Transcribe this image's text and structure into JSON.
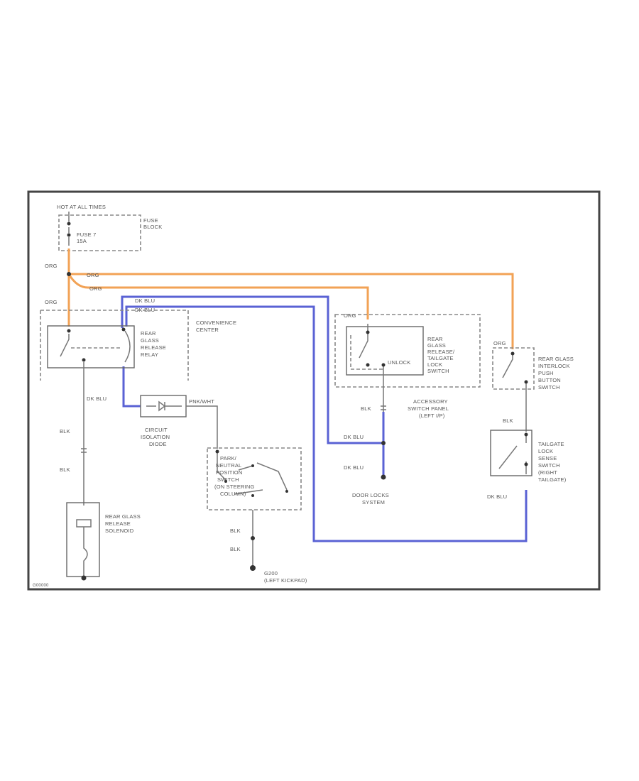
{
  "diagram": {
    "colors": {
      "orange_wire": "#f2a255",
      "blue_wire": "#5a62d4",
      "frame": "#444444"
    },
    "labels": {
      "hot_at_all_times": "HOT AT ALL TIMES",
      "fuse_block": [
        "FUSE",
        "BLOCK"
      ],
      "fuse": [
        "FUSE 7",
        "15A"
      ],
      "org_1": "ORG",
      "org_2": "ORG",
      "org_3": "ORG",
      "org_4": "ORG",
      "org_5": "ORG",
      "org_6": "ORG",
      "dk_blu_1": "DK BLU",
      "dk_blu_2": "DK BLU",
      "relay": [
        "REAR",
        "GLASS",
        "RELEASE",
        "RELAY"
      ],
      "convenience_center": [
        "CONVENIENCE",
        "CENTER"
      ],
      "dk_blu_3": "DK BLU",
      "blk_1": "BLK",
      "blk_2": "BLK",
      "diode": [
        "CIRCUIT",
        "ISOLATION",
        "DIODE"
      ],
      "pnk_wht": "PNK/WHT",
      "park_switch": [
        "PARK/",
        "NEUTRAL",
        "POSITION",
        "SWITCH",
        "(ON STEERING",
        "COLUMN)"
      ],
      "solenoid": [
        "REAR GLASS",
        "RELEASE",
        "SOLENOID"
      ],
      "blk_3": "BLK",
      "blk_4": "BLK",
      "ground": [
        "G200",
        "(LEFT KICKPAD)"
      ],
      "unlock": "UNLOCK",
      "lock_switch": [
        "REAR",
        "GLASS",
        "RELEASE/",
        "TAILGATE",
        "LOCK",
        "SWITCH"
      ],
      "accessory_panel": [
        "ACCESSORY",
        "SWITCH PANEL",
        "(LEFT I/P)"
      ],
      "blk_5": "BLK",
      "dk_blu_4": "DK BLU",
      "dk_blu_5": "DK BLU",
      "door_locks": [
        "DOOR LOCKS",
        "SYSTEM"
      ],
      "interlock_switch": [
        "REAR GLASS",
        "INTERLOCK",
        "PUSH",
        "BUTTON",
        "SWITCH"
      ],
      "blk_6": "BLK",
      "tailgate_switch": [
        "TAILGATE",
        "LOCK",
        "SENSE",
        "SWITCH",
        "(RIGHT",
        "TAILGATE)"
      ],
      "dk_blu_6": "DK BLU",
      "figure_id": "G00000"
    }
  }
}
